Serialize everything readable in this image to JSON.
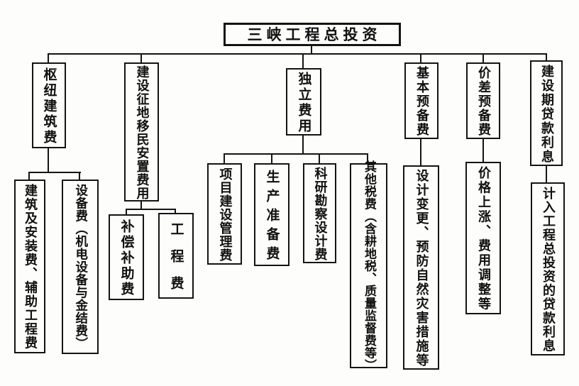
{
  "diagram": {
    "title": "三峡工程总投资",
    "type": "org-tree",
    "colors": {
      "line": "#141414",
      "box_border": "#141414",
      "text": "#111111",
      "background": "#fdfdfc"
    },
    "root": {
      "label": "三峡工程总投资"
    },
    "branches": [
      {
        "label": "枢纽建筑费",
        "children": [
          {
            "label": "建筑及安装费、辅助工程费"
          },
          {
            "label": "设备费（机电设备与金结费）"
          }
        ]
      },
      {
        "label": "建设征地移民安置费用",
        "children": [
          {
            "label": "补偿补助费"
          },
          {
            "label": "工程费"
          }
        ]
      },
      {
        "label": "独立费用",
        "children": [
          {
            "label": "项目建设管理费"
          },
          {
            "label": "生产准备费"
          },
          {
            "label": "科研勘察设计费"
          },
          {
            "label": "其他税费（含耕地税、质量监督费等）"
          }
        ]
      },
      {
        "label": "基本预备费",
        "children": [
          {
            "label": "设计变更、预防自然灾害措施等"
          }
        ]
      },
      {
        "label": "价差预备费",
        "children": [
          {
            "label": "价格上涨、费用调整等"
          }
        ]
      },
      {
        "label": "建设期贷款利息",
        "children": [
          {
            "label": "计入工程总投资的贷款利息"
          }
        ]
      }
    ]
  }
}
